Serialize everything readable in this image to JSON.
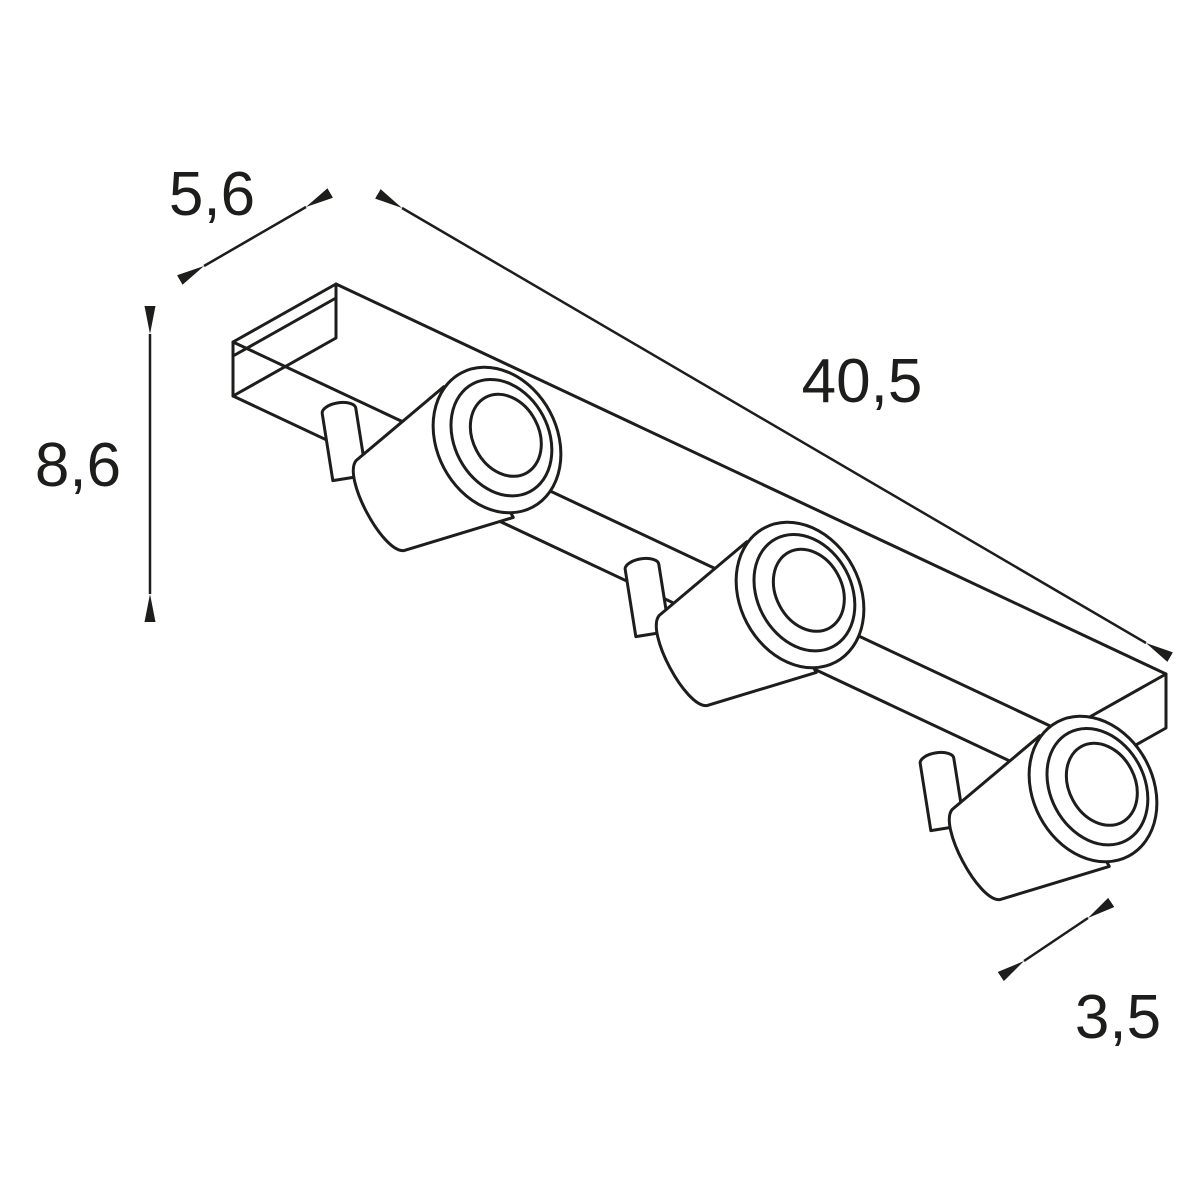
{
  "diagram": {
    "dimensions": {
      "depth": "5,6",
      "length": "40,5",
      "height": "8,6",
      "head_width": "3,5"
    },
    "colors": {
      "line": "#1d1d1b",
      "background": "#ffffff"
    }
  }
}
